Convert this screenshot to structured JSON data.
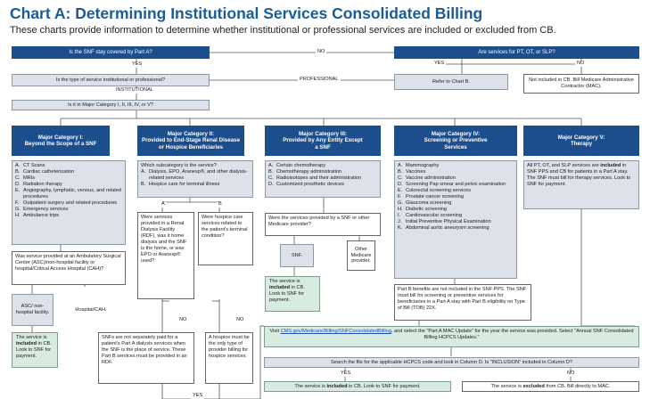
{
  "header": {
    "title": "Chart A: Determining Institutional Services Consolidated Billing",
    "subtitle": "These charts provide information to determine whether institutional or professional services are included or excluded from CB."
  },
  "flow": {
    "q_part_a": "Is the SNF stay covered by Part A?",
    "no_1": "NO",
    "yes_1": "YES",
    "q_therapy": "Are services for PT, OT, or SLP?",
    "yes_therapy": "YES",
    "no_therapy": "NO",
    "q_type": "Is the type of service institutional or professional?",
    "professional_label": "PROFESSIONAL",
    "chart_b": "Refer to Chart B.",
    "not_included_mac": "Not included in CB. Bill Medicare Administrative Contractor (MAC).",
    "institutional_label": "INSTITUTIONAL",
    "q_category": "Is it in Major Category I, II, III, IV, or V?"
  },
  "categories": [
    {
      "heading": "Major Category I:",
      "title": "Beyond the Scope of a SNF"
    },
    {
      "heading": "Major Category II:",
      "title": "Provided to End-Stage Renal Disease or Hospice Beneficiaries"
    },
    {
      "heading": "Major Category III:",
      "title": "Provided by Any Entity Except a SNF"
    },
    {
      "heading": "Major Category IV:",
      "title": "Screening or Preventive Services"
    },
    {
      "heading": "Major Category V:",
      "title": "Therapy"
    }
  ],
  "cat1": {
    "items": [
      {
        "k": "A.",
        "t": "CT Scans"
      },
      {
        "k": "B.",
        "t": "Cardiac catheterization"
      },
      {
        "k": "C.",
        "t": "MRIs"
      },
      {
        "k": "D.",
        "t": "Radiation therapy"
      },
      {
        "k": "E.",
        "t": "Angiography, lymphatic, venous, and related procedures"
      },
      {
        "k": "F.",
        "t": "Outpatient surgery and related procedures"
      },
      {
        "k": "G.",
        "t": "Emergency services"
      },
      {
        "k": "H.",
        "t": "Ambulance trips"
      }
    ],
    "question": "Was service provided at an Ambulatory Surgical Center (ASC)/non-hospital facility or hospital/Critical Access Hospital (CAH)?",
    "asc": "ASC/ non-hospital facility.",
    "hospital": "Hospital/CAH.",
    "result_pre": "The service is ",
    "result_bold": "included",
    "result_post": " in CB. Look to SNF for payment."
  },
  "cat2": {
    "question": "Which subcategory is the service?",
    "items": [
      {
        "k": "A.",
        "t": "Dialysis, EPO, Aranesp®, and other dialysis-related services"
      },
      {
        "k": "B.",
        "t": "Hospice care for terminal illness"
      }
    ],
    "label_a": "A",
    "label_b": "B",
    "q_rdf": "Were services provided in a Renal Dialysis Facility (RDF), was it home dialysis and the SNF is the home, or was EPO or Aranesp® used?",
    "q_hospice": "Were hospice care services related to the patient's terminal condition?",
    "no_a": "NO",
    "no_b": "NO",
    "rdf_note": "SNFs are not separately paid for a patient's Part A dialysis services when the SNF is the place of service. These Part B services must be provided in an RDF.",
    "hospice_note": "A hospice must be the only type of provider billing for hospice services.",
    "yes_bottom": "YES"
  },
  "cat3": {
    "items": [
      {
        "k": "A.",
        "t": "Certain chemotherapy"
      },
      {
        "k": "B.",
        "t": "Chemotherapy administration"
      },
      {
        "k": "C.",
        "t": "Radioisotopes and their administration"
      },
      {
        "k": "D.",
        "t": "Customized prosthetic devices"
      }
    ],
    "question": "Were the services provided by a SNF or other Medicare provider?",
    "snf": "SNF.",
    "other": "Other Medicare provider.",
    "result_pre": "The service is ",
    "result_bold": "included",
    "result_post": " in CB. Look to SNF for payment."
  },
  "cat4": {
    "items": [
      {
        "k": "A.",
        "t": "Mammography"
      },
      {
        "k": "B.",
        "t": "Vaccines"
      },
      {
        "k": "C.",
        "t": "Vaccine administration"
      },
      {
        "k": "D.",
        "t": "Screening Pap smear and pelvic examination"
      },
      {
        "k": "E.",
        "t": "Colorectal screening services"
      },
      {
        "k": "F.",
        "t": "Prostate cancer screening"
      },
      {
        "k": "G.",
        "t": "Glaucoma screening"
      },
      {
        "k": "H.",
        "t": "Diabetic screening"
      },
      {
        "k": "I.",
        "t": "Cardiovascular screening"
      },
      {
        "k": "J.",
        "t": "Initial Preventive Physical Examination"
      },
      {
        "k": "K.",
        "t": "Abdominal aortic aneurysm screening"
      }
    ],
    "note": "Part B benefits are not included in the SNF PPS. The SNF must bill for screening or preventive services for beneficiaries in a Part A stay with Part B eligibility on Type of Bill (TOB) 22X."
  },
  "cat5": {
    "pre": "All PT, OT, and SLP services are ",
    "bold": "included",
    "post": " in SNF PPS and CB for patients in a Part A stay. The SNF must bill for therapy services. Look to SNF for payment."
  },
  "bottom": {
    "visit_pre": "Visit ",
    "visit_link": "CMS.gov/Medicare/Billing/SNFConsolidatedBilling",
    "visit_post": ", and select the \"Part A MAC Update\" for the year the service was provided. Select \"Annual SNF Consolidated Billing HCPCS Updates.\"",
    "search": "Search the file for the applicable HCPCS code and look in Column D. Is \"INCLUSION\" included in Column D?",
    "yes": "YES",
    "no": "NO",
    "included_pre": "The service is ",
    "included_bold": "included",
    "included_post": " in CB. Look to SNF for payment.",
    "excluded_pre": "The service is ",
    "excluded_bold": "excluded",
    "excluded_post": " from CB. Bill directly to MAC."
  },
  "colors": {
    "title": "#1a5c99",
    "question_box": "#1c4d8c",
    "gray_box": "#dde2ea",
    "green_box": "#d8ebe0"
  }
}
